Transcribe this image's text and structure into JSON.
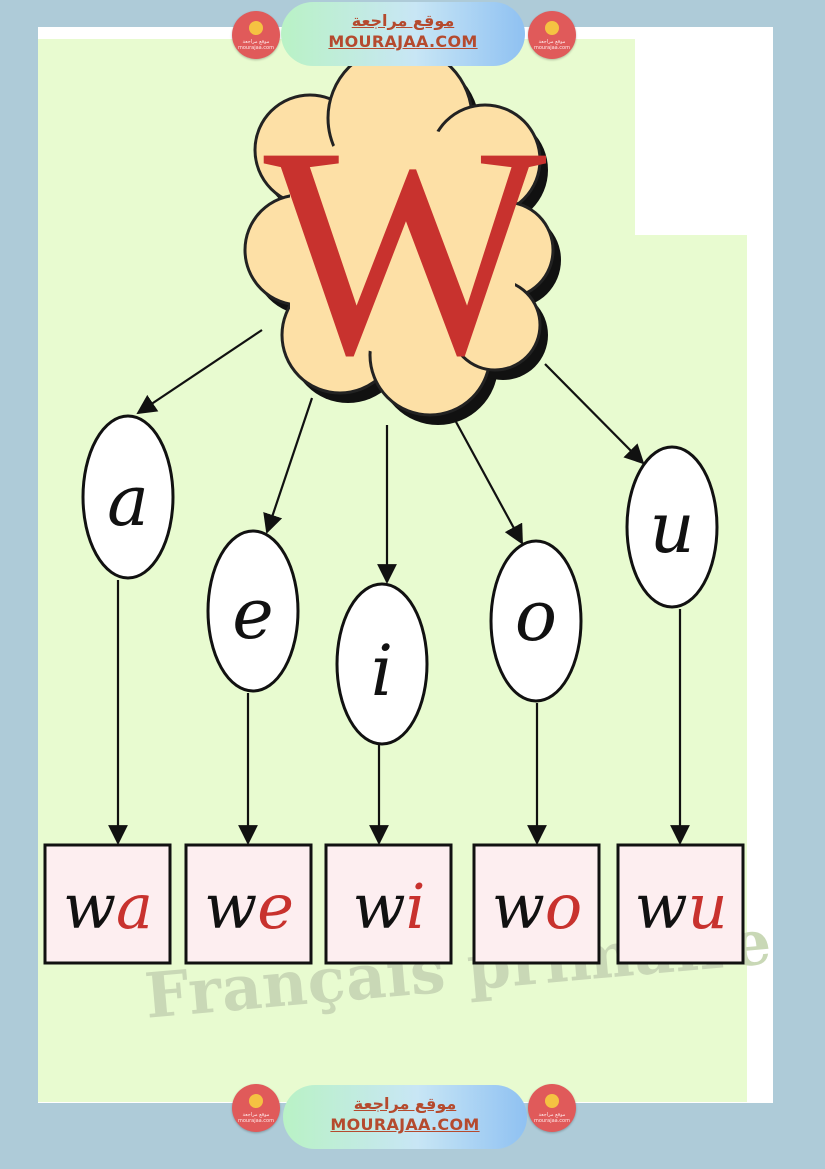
{
  "banner_top": {
    "arabic": "موقع مراجعة",
    "site": "MOURAJAA.COM"
  },
  "banner_bottom": {
    "arabic": "موقع مراجعة",
    "site": "MOURAJAA.COM"
  },
  "badge_text": "موقع مراجعة mourajaa.com",
  "main_letter": "W",
  "vowels": [
    "a",
    "e",
    "i",
    "o",
    "u"
  ],
  "syllables": [
    {
      "consonant": "w",
      "vowel": "a"
    },
    {
      "consonant": "w",
      "vowel": "e"
    },
    {
      "consonant": "w",
      "vowel": "i"
    },
    {
      "consonant": "w",
      "vowel": "o"
    },
    {
      "consonant": "w",
      "vowel": "u"
    }
  ],
  "watermark": "Français primaire",
  "colors": {
    "accent_red": "#c8322e",
    "cloud_fill": "#fde0a6",
    "box_fill": "#fdeef0",
    "page_green": "#e8fbd0",
    "frame_blue": "#aecbd8"
  }
}
